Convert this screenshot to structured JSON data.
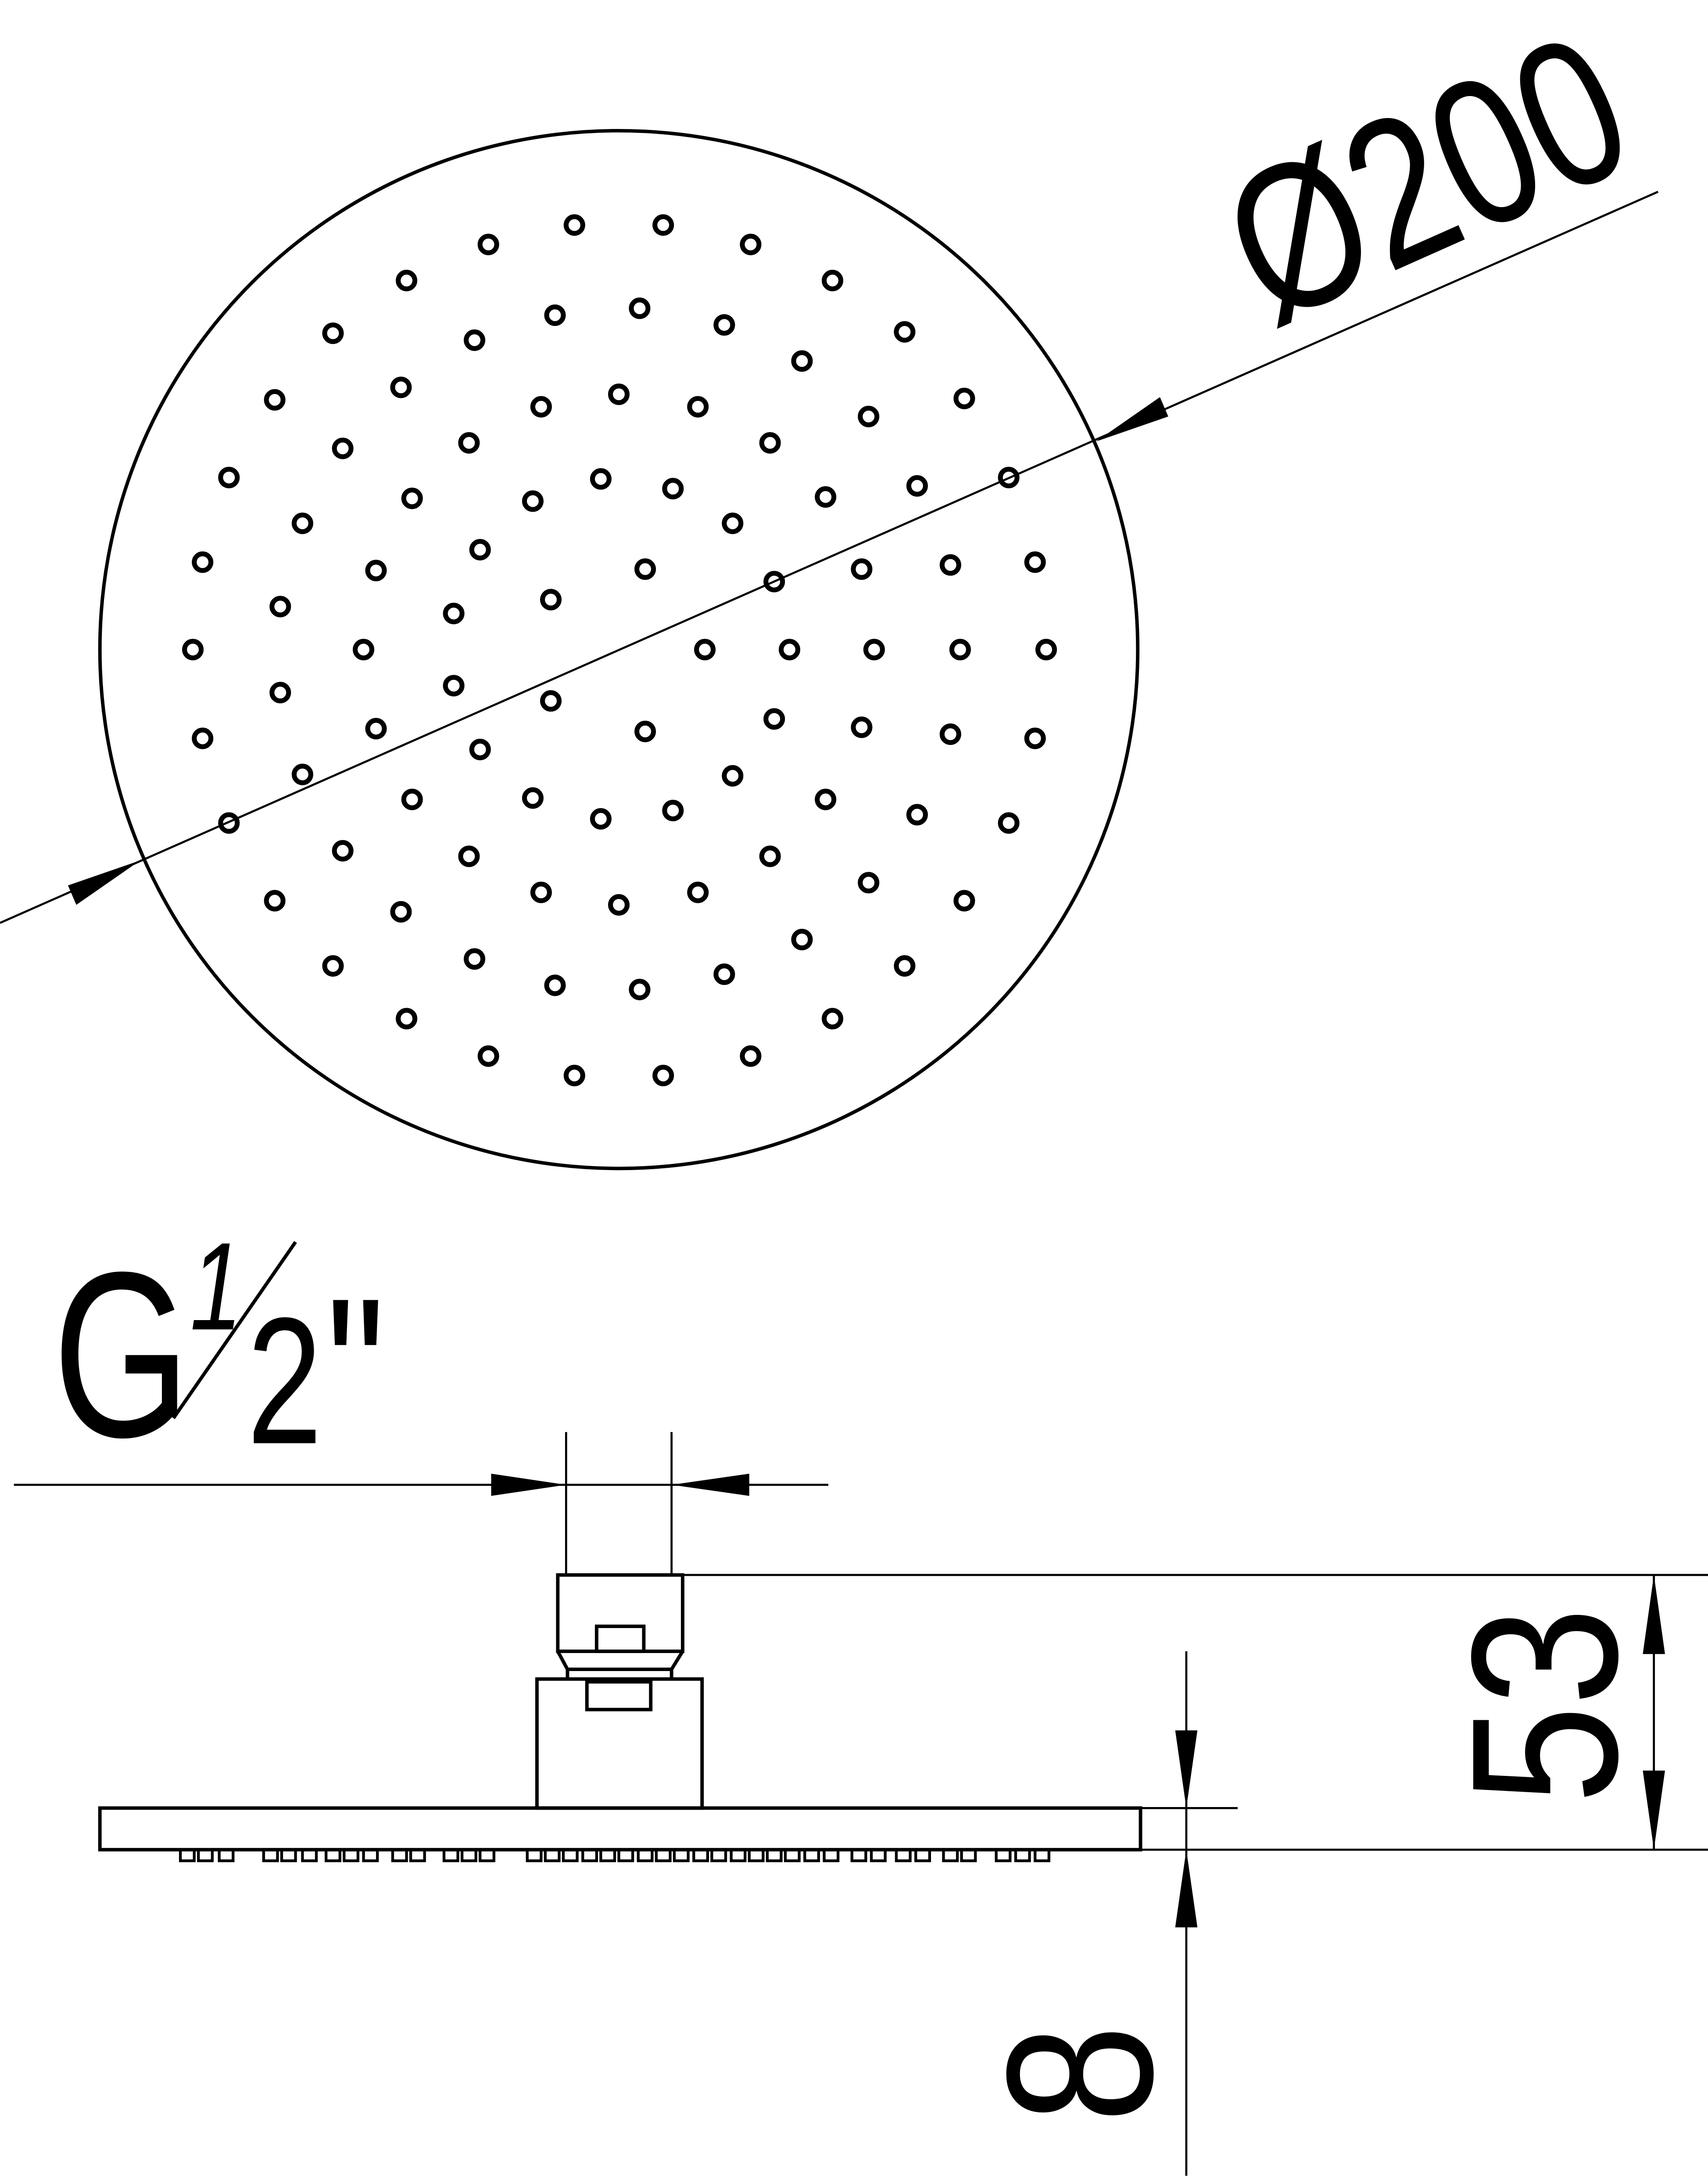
{
  "drawing": {
    "diameter_label": "Ø200",
    "thread_label": {
      "letter": "G",
      "numerator": "1",
      "denominator": "2",
      "suffix": "\""
    },
    "height_label": "53",
    "plate_thickness_label": "8"
  },
  "colors": {
    "ink": "#000000",
    "background": "#ffffff"
  }
}
